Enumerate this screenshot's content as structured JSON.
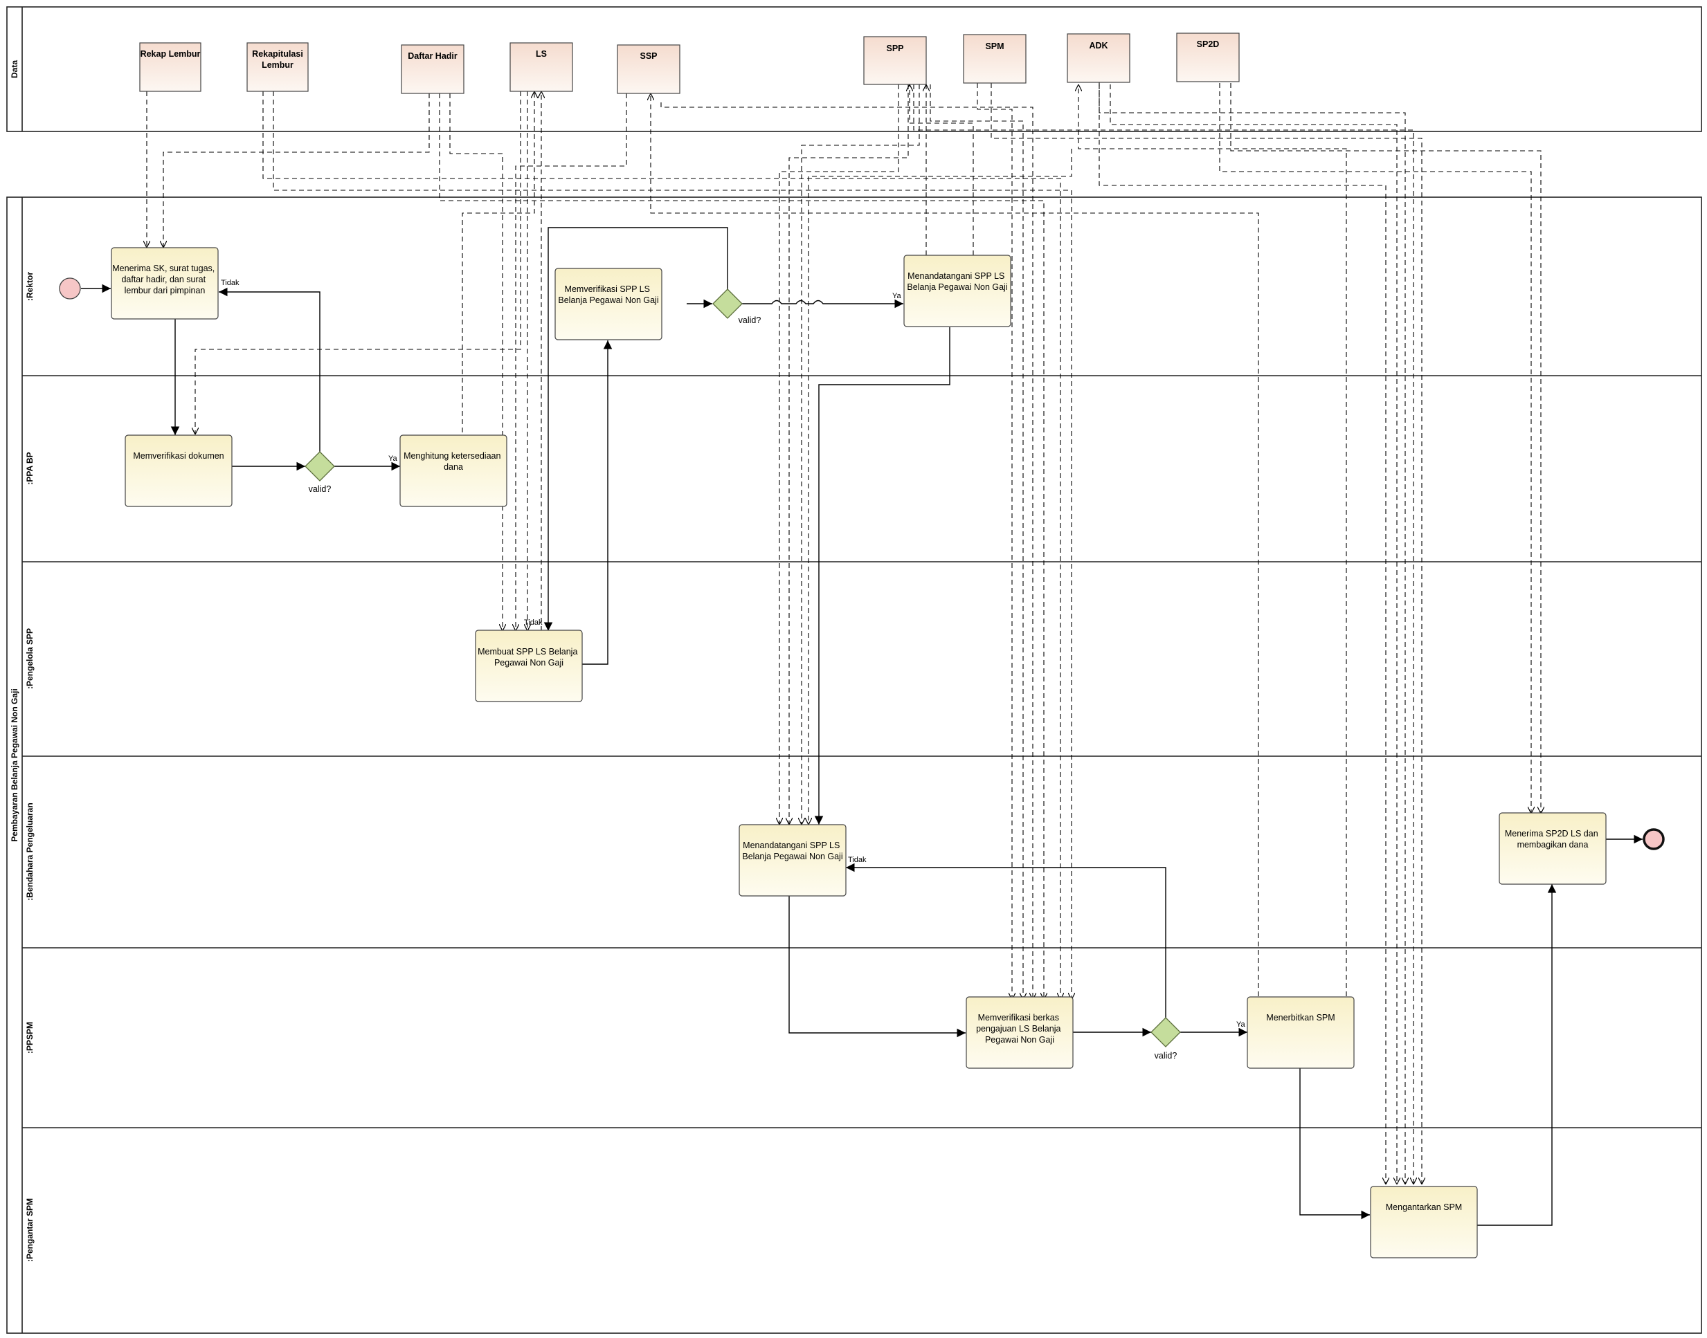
{
  "pool": {
    "data_lane_label": "Data",
    "process_title": "Pembayaran Belanja Pegawai Non Gaji"
  },
  "lanes": {
    "rektor": ":Rektor",
    "ppa_bp": ":PPA BP",
    "pengelola_spp": ":Pengelola SPP",
    "bendahara": ":Bendahara Pengeluaran",
    "ppspm": ":PPSPM",
    "pengantar_spm": ":Pengantar SPM"
  },
  "data_objects": {
    "rekap_lembur": [
      "Rekap Lembur"
    ],
    "rekapitulasi_lembur": [
      "Rekapitulasi",
      "Lembur"
    ],
    "daftar_hadir": [
      "Daftar Hadir"
    ],
    "ls": [
      "LS"
    ],
    "ssp": [
      "SSP"
    ],
    "spp": [
      "SPP"
    ],
    "spm": [
      "SPM"
    ],
    "adk": [
      "ADK"
    ],
    "sp2d": [
      "SP2D"
    ]
  },
  "tasks": {
    "menerima_sk": [
      "Menerima SK, surat tugas,",
      "daftar hadir, dan surat",
      "lembur dari pimpinan"
    ],
    "memverifikasi_dokumen": [
      "Memverifikasi dokumen"
    ],
    "menghitung_dana": [
      "Menghitung ketersediaan",
      "dana"
    ],
    "membuat_spp": [
      "Membuat SPP LS Belanja",
      "Pegawai Non Gaji"
    ],
    "memverifikasi_spp": [
      "Memverifikasi SPP LS",
      "Belanja Pegawai Non Gaji"
    ],
    "menandatangani_spp_rektor": [
      "Menandatangani SPP LS",
      "Belanja Pegawai Non Gaji"
    ],
    "menandatangani_spp_bendahara": [
      "Menandatangani SPP LS",
      "Belanja Pegawai Non Gaji"
    ],
    "memverifikasi_berkas": [
      "Memverifikasi berkas",
      "pengajuan LS Belanja",
      "Pegawai Non Gaji"
    ],
    "menerbitkan_spm": [
      "Menerbitkan SPM"
    ],
    "mengantarkan_spm": [
      "Mengantarkan SPM"
    ],
    "menerima_sp2d": [
      "Menerima SP2D LS dan",
      "membagikan dana"
    ]
  },
  "gateways": {
    "gw1": "valid?",
    "gw2": "valid?",
    "gw3": "valid?"
  },
  "flow_labels": {
    "tidak_1": "Tidak",
    "ya_1": "Ya",
    "tidak_2": "Tidak",
    "ya_2": "Ya",
    "tidak_3": "Tidak",
    "ya_3": "Ya"
  },
  "colors": {
    "task_fill_top": "#f8f0c8",
    "task_fill_bottom": "#fefcf0",
    "data_fill_top": "#f5dccf",
    "data_fill_bottom": "#fdf7f2",
    "gateway_fill": "#c5dd9c",
    "event_fill": "#f6c6c6"
  }
}
